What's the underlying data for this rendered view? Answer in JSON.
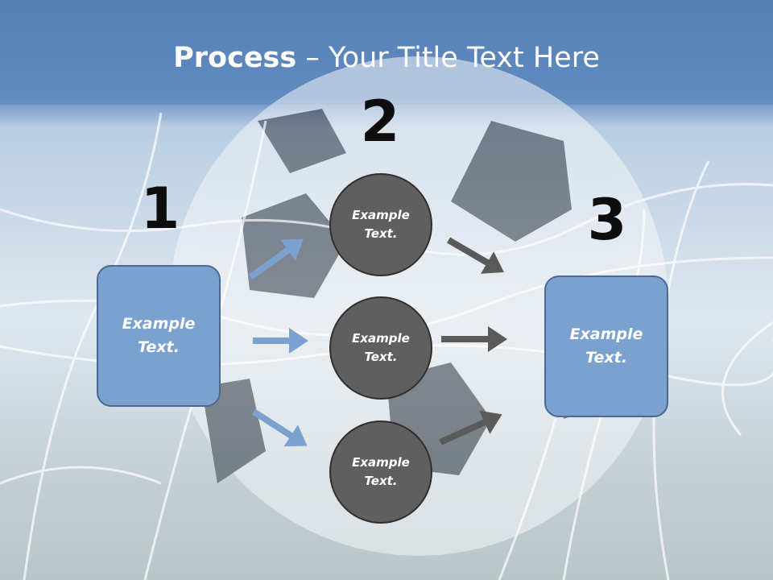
{
  "slide": {
    "title_bold": "Process",
    "title_rest": " – Your Title Text Here"
  },
  "steps": [
    {
      "number": "1",
      "label_line1": "Example",
      "label_line2": "Text."
    },
    {
      "number": "2"
    },
    {
      "number": "3",
      "label_line1": "Example",
      "label_line2": "Text."
    }
  ],
  "circles": [
    {
      "label_line1": "Example",
      "label_line2": "Text."
    },
    {
      "label_line1": "Example",
      "label_line2": "Text."
    },
    {
      "label_line1": "Example",
      "label_line2": "Text."
    }
  ],
  "colors": {
    "header_blue": "#5b86bd",
    "box_blue": "#7ba1cf",
    "arrow_blue": "#7ba1cf",
    "circle_gray": "#5f5f5f",
    "arrow_gray": "#5a5a5a"
  }
}
